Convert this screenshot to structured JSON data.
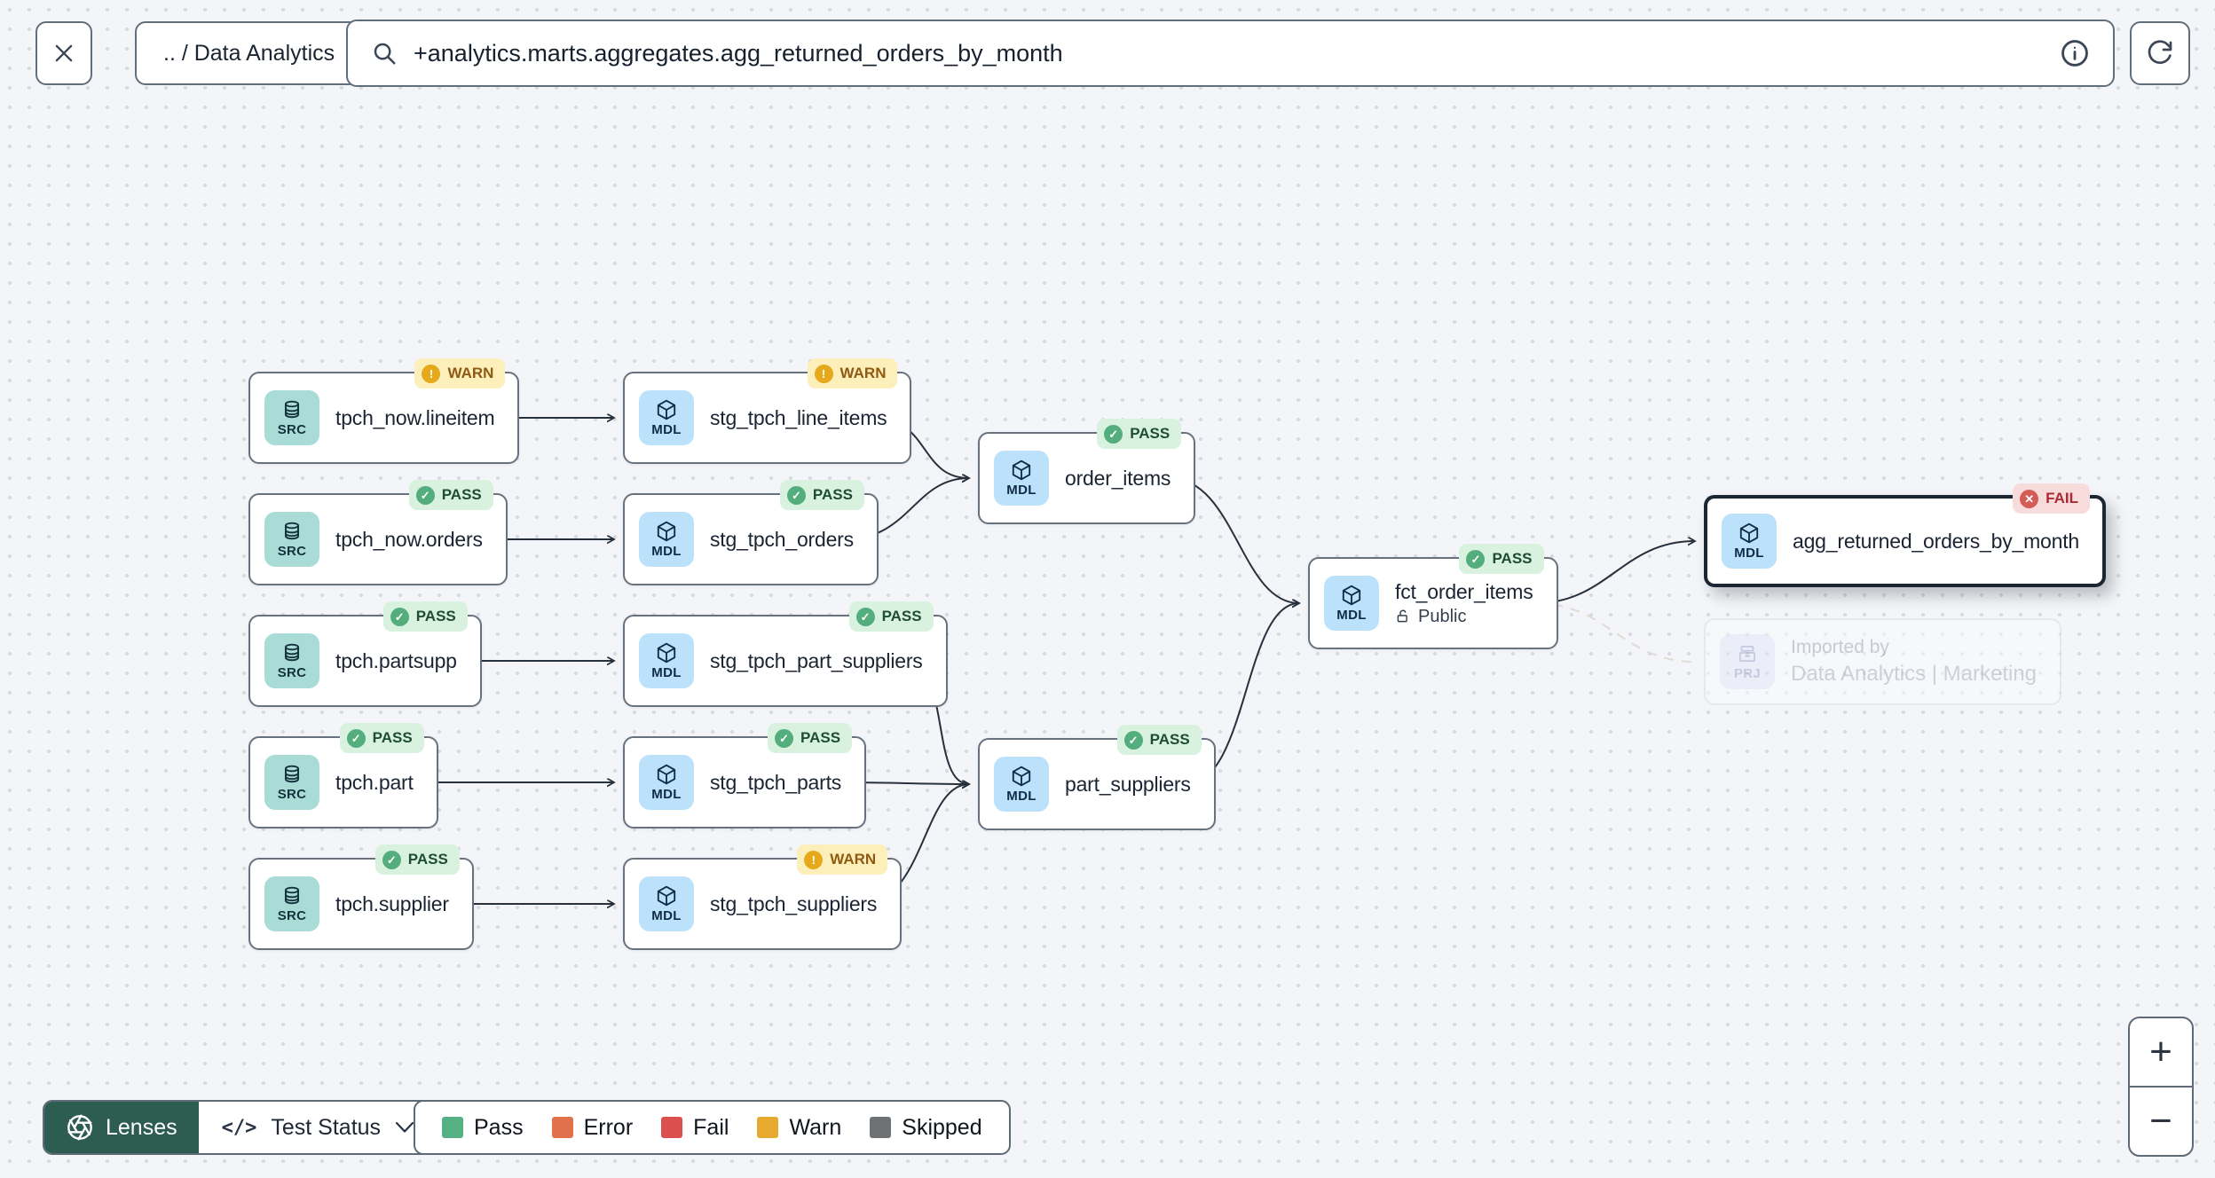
{
  "topbar": {
    "breadcrumb": ".. / Data Analytics",
    "search_value": "+analytics.marts.aggregates.agg_returned_orders_by_month"
  },
  "graph": {
    "nodes": [
      {
        "kind": "SRC",
        "label": "tpch_now.lineitem",
        "badge": "WARN",
        "badge_icon": "!"
      },
      {
        "kind": "SRC",
        "label": "tpch_now.orders",
        "badge": "PASS",
        "badge_icon": "✓"
      },
      {
        "kind": "SRC",
        "label": "tpch.partsupp",
        "badge": "PASS",
        "badge_icon": "✓"
      },
      {
        "kind": "SRC",
        "label": "tpch.part",
        "badge": "PASS",
        "badge_icon": "✓"
      },
      {
        "kind": "SRC",
        "label": "tpch.supplier",
        "badge": "PASS",
        "badge_icon": "✓"
      },
      {
        "kind": "MDL",
        "label": "stg_tpch_line_items",
        "badge": "WARN",
        "badge_icon": "!"
      },
      {
        "kind": "MDL",
        "label": "stg_tpch_orders",
        "badge": "PASS",
        "badge_icon": "✓"
      },
      {
        "kind": "MDL",
        "label": "stg_tpch_part_suppliers",
        "badge": "PASS",
        "badge_icon": "✓"
      },
      {
        "kind": "MDL",
        "label": "stg_tpch_parts",
        "badge": "PASS",
        "badge_icon": "✓"
      },
      {
        "kind": "MDL",
        "label": "stg_tpch_suppliers",
        "badge": "WARN",
        "badge_icon": "!"
      },
      {
        "kind": "MDL",
        "label": "order_items",
        "badge": "PASS",
        "badge_icon": "✓"
      },
      {
        "kind": "MDL",
        "label": "part_suppliers",
        "badge": "PASS",
        "badge_icon": "✓"
      },
      {
        "kind": "MDL",
        "label": "fct_order_items",
        "badge": "PASS",
        "badge_icon": "✓",
        "access": "Public"
      },
      {
        "kind": "MDL",
        "label": "agg_returned_orders_by_month",
        "badge": "FAIL",
        "badge_icon": "✕",
        "selected": true
      },
      {
        "kind": "PRJ",
        "sublabel": "Imported by",
        "label": "Data Analytics | Marketing"
      }
    ]
  },
  "footer": {
    "lenses_label": "Lenses",
    "lens_selector": {
      "icon": "</>",
      "label": "Test Status"
    },
    "legend": [
      {
        "label": "Pass",
        "color": "#55b183"
      },
      {
        "label": "Error",
        "color": "#e0714b"
      },
      {
        "label": "Fail",
        "color": "#dc4f4f"
      },
      {
        "label": "Warn",
        "color": "#e7aa2e"
      },
      {
        "label": "Skipped",
        "color": "#6f7275"
      }
    ]
  },
  "zoom_controls": {
    "zoom_in": "+",
    "zoom_out": "−"
  }
}
